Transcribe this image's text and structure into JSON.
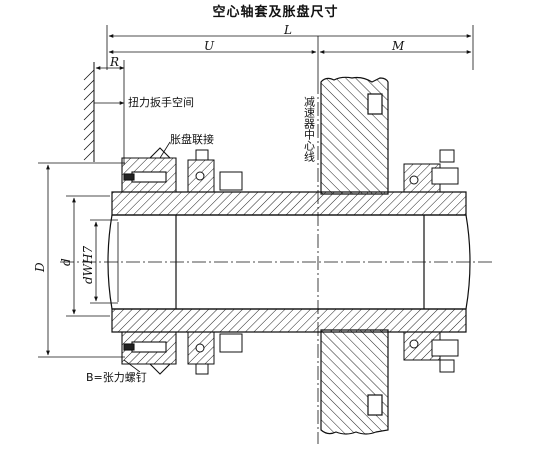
{
  "title": "空心轴套及胀盘尺寸",
  "dims": {
    "L": "L",
    "U": "U",
    "M": "M",
    "R": "R",
    "D": "D",
    "d": "d",
    "dw": "dWH7"
  },
  "labels": {
    "torque_wrench_space": "扭力扳手空间",
    "shrink_disc_connection": "胀盘联接",
    "reducer_centerline": "减速器中心线",
    "tension_bolt": "B=张力螺钉"
  }
}
